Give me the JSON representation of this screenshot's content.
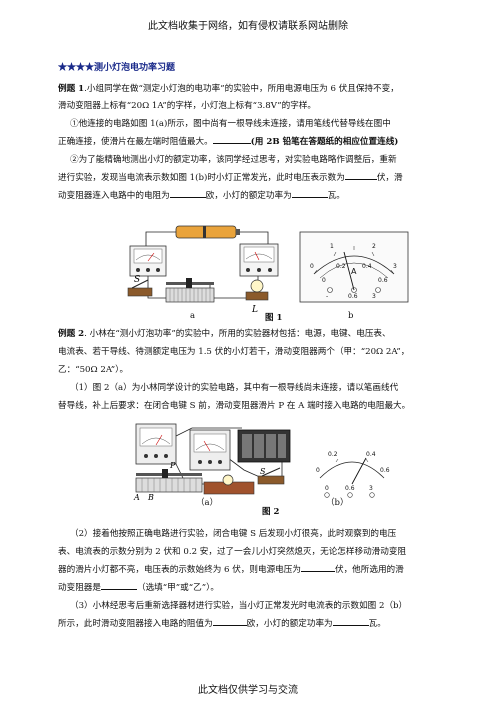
{
  "header": "此文档收集于网络，如有侵权请联系网站删除",
  "footer": "此文档仅供学习与交流",
  "section_title": "★★★★测小灯泡电功率习题",
  "ex1": {
    "label": "例题 1",
    "intro_l1": ".小组同学在做“测定小灯泡的电功率”的实验中，所用电源电压为 6 伏且保持不变，",
    "intro_l2": "滑动变阻器上标有“20Ω  1A”的字样，小灯泡上标有“3.8V”的字样。",
    "q1_l1": "①他连接的电路如图 1(a)所示，图中尚有一根导线未连接，请用笔线代替导线在图中",
    "q1_l2a": "正确连接，使滑片在最左端时阻值最大。",
    "q1_l2b": "(用 2B 铅笔在答题纸的相应位置连线)",
    "q2_l1": "②为了能精确地测出小灯的额定功率，该同学经过思考，对实验电路略作调整后，重新",
    "q2_l2a": "进行实验，发现当电流表示数如图 1(b)时小灯正常发光，此时电压表示数为",
    "q2_l2b": "伏，滑",
    "q2_l3a": "动变阻器连入电路中的电阻为",
    "q2_l3b": "欧，小灯的额定功率为",
    "q2_l3c": "瓦。",
    "fig_a": "a",
    "fig_num": "图 1",
    "fig_b": "b",
    "lbl_S": "S",
    "lbl_L": "L"
  },
  "ex2": {
    "label": "例题 2",
    "intro_l1": ". 小林在“测小灯泡功率”的实验中，所用的实验器材包括：电源，电键、电压表、",
    "intro_l2": "电流表、若干导线、待测额定电压为 1.5 伏的小灯若干，滑动变阻器两个（甲：“20Ω  2A”，",
    "intro_l3": "乙：“50Ω  2A”）。",
    "q1_l1": "（1）图 2（a）为小林同学设计的实验电路，其中有一根导线尚未连接，请以笔画线代",
    "q1_l2": "替导线，补上后要求：在闭合电键 S 前，滑动变阻器滑片 P 在 A 端时接入电路的电阻最大。",
    "fig_a": "（a）",
    "fig_num": "图 2",
    "fig_b": "（b）",
    "q2_l1": "（2）接着他按照正确电路进行实验，闭合电键 S 后发现小灯很亮，此时观察到的电压",
    "q2_l2": "表、电流表的示数分别为 2 伏和 0.2 安，过了一会儿小灯突然熄灭，无论怎样移动滑动变阻",
    "q2_l3a": "器的滑片小灯都不亮，电压表的示数始终为 6 伏，则电源电压为",
    "q2_l3b": "伏，他所选用的滑",
    "q2_l4a": "动变阻器是",
    "q2_l4b": "（选填“甲”或“乙”）。",
    "q3_l1": "（3）小林经思考后重新选择器材进行实验，当小灯正常发光时电流表的示数如图 2（b）",
    "q3_l2a": "所示，此时滑动变阻器接入电路的阻值为",
    "q3_l2b": "欧，小灯的额定功率为",
    "q3_l2c": "瓦。",
    "lbl_A": "A",
    "lbl_B": "B",
    "lbl_P": "P",
    "lbl_S": "S"
  },
  "meter1": {
    "ticks": [
      "0",
      "1",
      "2",
      "3"
    ],
    "inner": [
      "0",
      "0.2",
      "0.4",
      "0.6"
    ],
    "unit": "A",
    "terms": [
      "-",
      "0.6",
      "3"
    ]
  },
  "meter2": {
    "ticks": [
      "0",
      "0.2",
      "0.4",
      "0.6"
    ],
    "terms": [
      "0",
      "0.6",
      "3"
    ]
  }
}
